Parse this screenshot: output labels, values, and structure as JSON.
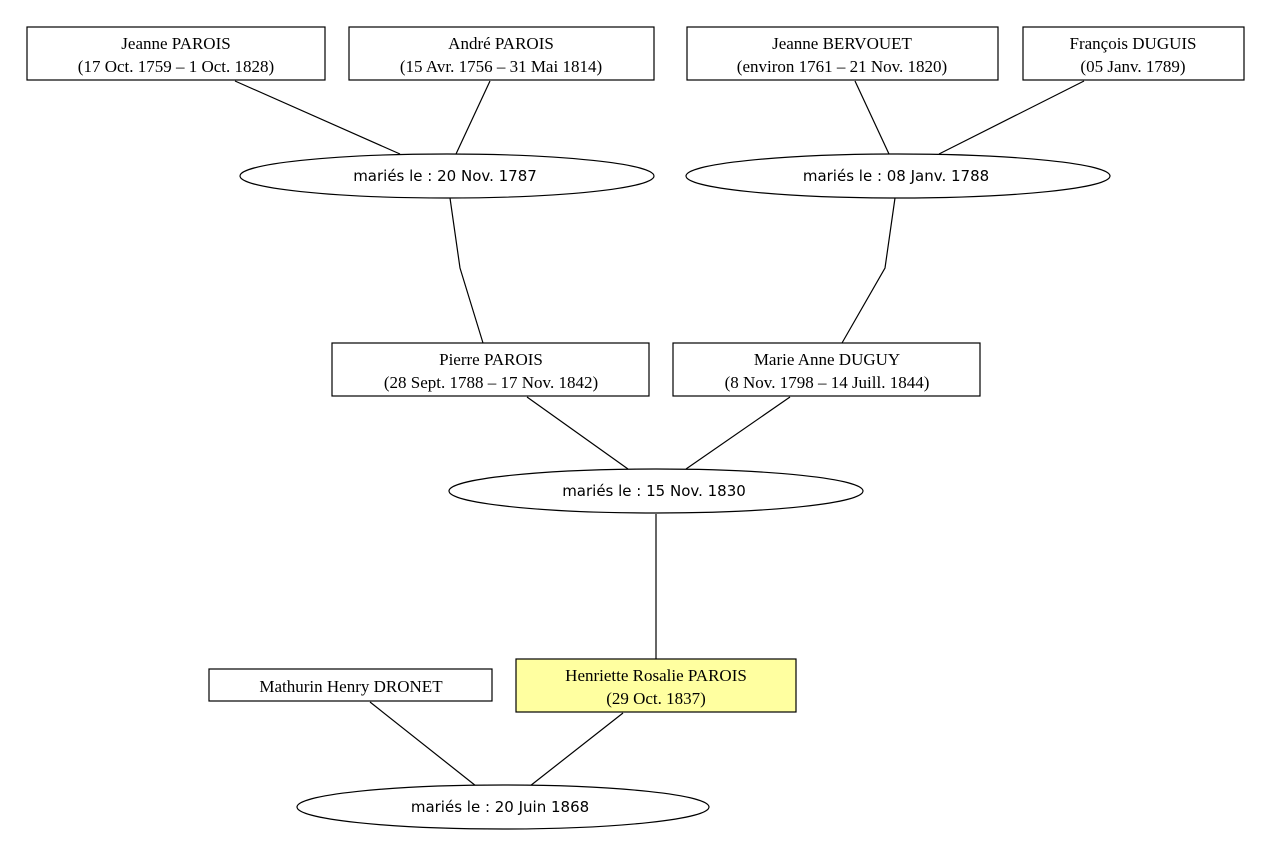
{
  "colors": {
    "box_fill": "#ffffff",
    "highlight_fill": "#ffffa0",
    "line": "#000000"
  },
  "persons": {
    "jeanne_parois": {
      "name": "Jeanne PAROIS",
      "dates": "(17 Oct. 1759 – 1 Oct. 1828)"
    },
    "andre_parois": {
      "name": "André PAROIS",
      "dates": "(15 Avr. 1756 – 31 Mai 1814)"
    },
    "jeanne_bervouet": {
      "name": "Jeanne BERVOUET",
      "dates": "(environ 1761 – 21 Nov. 1820)"
    },
    "francois_duguis": {
      "name": "François DUGUIS",
      "dates": "(05 Janv. 1789)"
    },
    "pierre_parois": {
      "name": "Pierre PAROIS",
      "dates": "(28 Sept. 1788 – 17 Nov. 1842)"
    },
    "marie_anne_duguy": {
      "name": "Marie Anne DUGUY",
      "dates": "(8 Nov. 1798 – 14 Juill. 1844)"
    },
    "mathurin_dronet": {
      "name": "Mathurin Henry DRONET"
    },
    "henriette_parois": {
      "name": "Henriette Rosalie PAROIS",
      "dates": "(29 Oct. 1837)"
    }
  },
  "marriages": {
    "m1787": {
      "label": "mariés le : 20 Nov. 1787"
    },
    "m1788": {
      "label": "mariés le : 08 Janv. 1788"
    },
    "m1830": {
      "label": "mariés le : 15 Nov. 1830"
    },
    "m1868": {
      "label": "mariés le : 20 Juin 1868"
    }
  }
}
